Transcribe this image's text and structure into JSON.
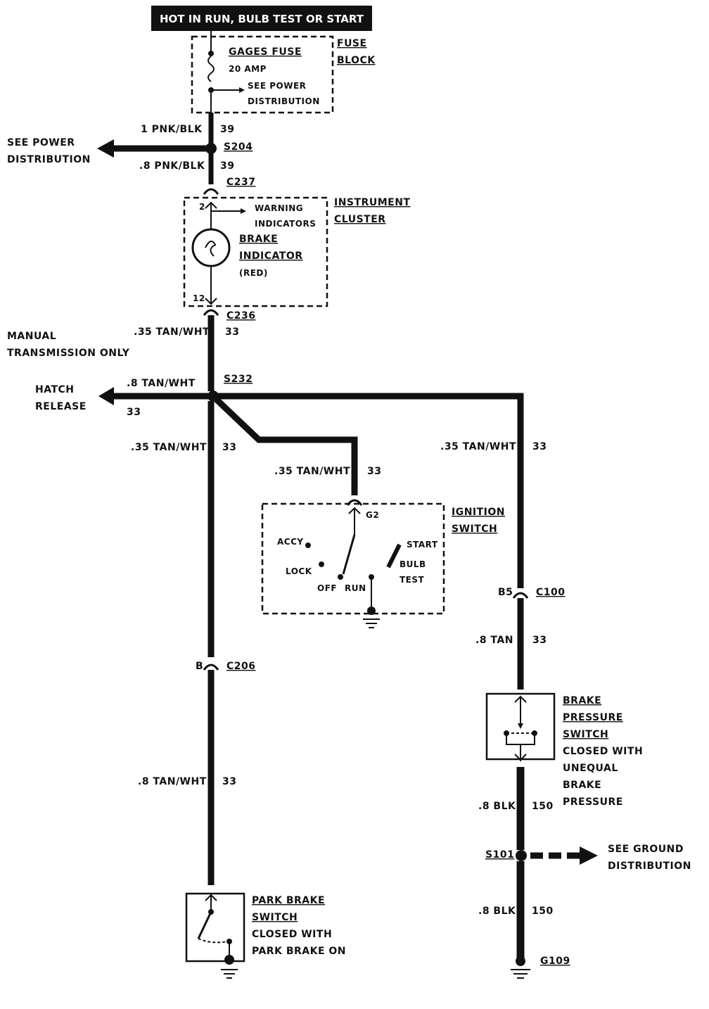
{
  "banner": "HOT IN RUN, BULB TEST OR START",
  "fuse": {
    "name": "GAGES FUSE",
    "rating": "20 AMP",
    "see1": "SEE POWER",
    "see2": "DISTRIBUTION",
    "block1": "FUSE",
    "block2": "BLOCK"
  },
  "wire_top": {
    "size": "1 PNK/BLK",
    "circuit": "39"
  },
  "splice_s204": "S204",
  "see_power": {
    "line1": "SEE POWER",
    "line2": "DISTRIBUTION"
  },
  "wire_upper": {
    "size": ".8 PNK/BLK",
    "circuit": "39"
  },
  "conn_c237": "C237",
  "cluster": {
    "pin_top": "2",
    "warn1": "WARNING",
    "warn2": "INDICATORS",
    "lamp1": "BRAKE",
    "lamp2": "INDICATOR",
    "lamp3": "(RED)",
    "pin_bottom": "12",
    "name1": "INSTRUMENT",
    "name2": "CLUSTER"
  },
  "conn_c236": "C236",
  "wire_mid": {
    "size": ".35 TAN/WHT",
    "circuit": "33"
  },
  "manual_note": {
    "line1": "MANUAL",
    "line2": "TRANSMISSION ONLY"
  },
  "hatch": {
    "line1": "HATCH",
    "line2": "RELEASE",
    "size": ".8 TAN/WHT",
    "circuit": "33"
  },
  "splice_s232": "S232",
  "wire_left_lower": {
    "size": ".35 TAN/WHT",
    "circuit": "33"
  },
  "wire_ign": {
    "size": ".35 TAN/WHT",
    "circuit": "33"
  },
  "wire_right": {
    "size": ".35 TAN/WHT",
    "circuit": "33"
  },
  "ignition": {
    "pin": "G2",
    "name1": "IGNITION",
    "name2": "SWITCH",
    "accy": "ACCY",
    "lock": "LOCK",
    "off": "OFF",
    "run": "RUN",
    "start": "START",
    "bulb": "BULB",
    "test": "TEST"
  },
  "conn_c100": {
    "pin": "B5",
    "name": "C100"
  },
  "wire_tan": {
    "size": ".8 TAN",
    "circuit": "33"
  },
  "conn_c206": {
    "pin": "B",
    "name": "C206"
  },
  "wire_left_bottom": {
    "size": ".8 TAN/WHT",
    "circuit": "33"
  },
  "brake_pressure": {
    "l1": "BRAKE",
    "l2": "PRESSURE",
    "l3": "SWITCH",
    "l4": "CLOSED WITH",
    "l5": "UNEQUAL",
    "l6": "BRAKE",
    "l7": "PRESSURE"
  },
  "wire_blk1": {
    "size": ".8 BLK",
    "circuit": "150"
  },
  "splice_s101": "S101",
  "see_ground": {
    "line1": "SEE GROUND",
    "line2": "DISTRIBUTION"
  },
  "wire_blk2": {
    "size": ".8 BLK",
    "circuit": "150"
  },
  "ground_g109": "G109",
  "park_brake": {
    "l1": "PARK BRAKE",
    "l2": "SWITCH",
    "l3": "CLOSED WITH",
    "l4": "PARK BRAKE ON"
  }
}
